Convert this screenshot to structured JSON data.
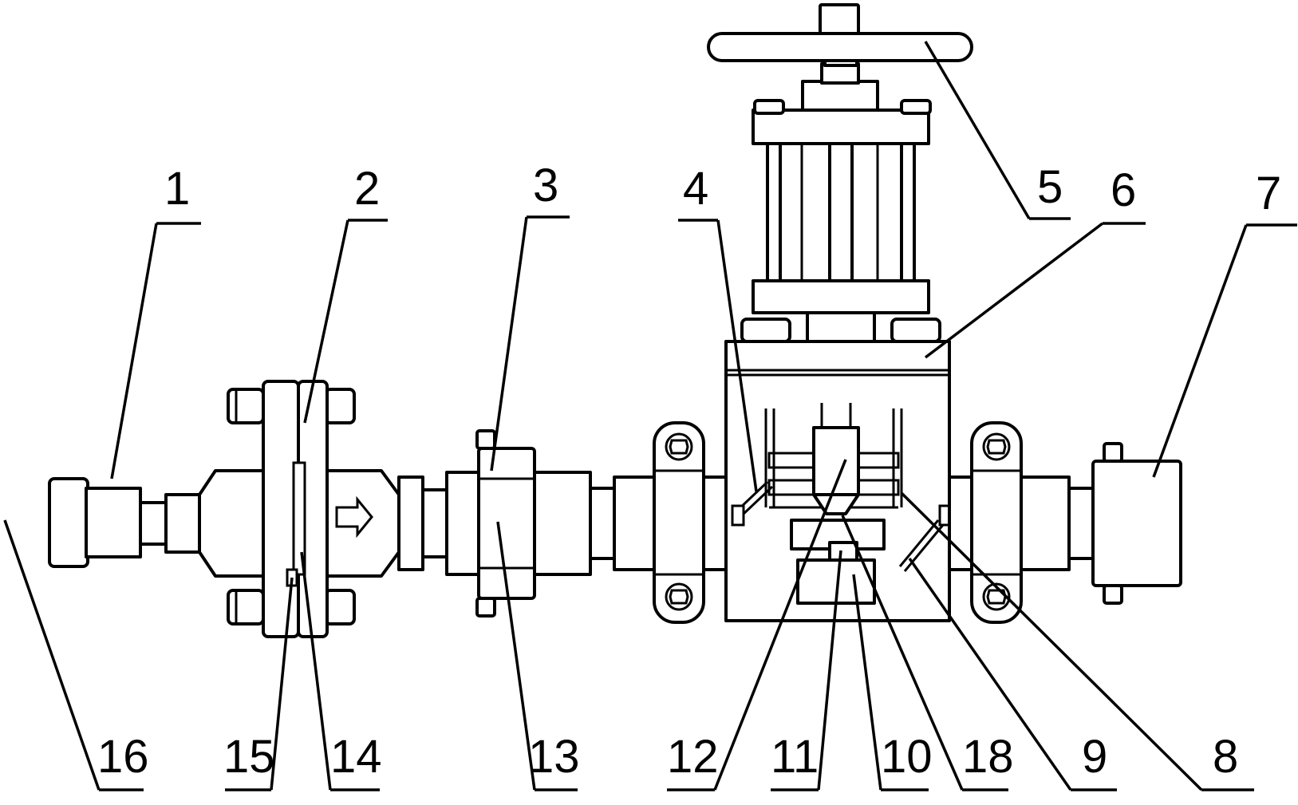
{
  "diagram": {
    "labels": [
      {
        "id": "1",
        "text": "1"
      },
      {
        "id": "2",
        "text": "2"
      },
      {
        "id": "3",
        "text": "3"
      },
      {
        "id": "4",
        "text": "4"
      },
      {
        "id": "5",
        "text": "5"
      },
      {
        "id": "6",
        "text": "6"
      },
      {
        "id": "7",
        "text": "7"
      },
      {
        "id": "8",
        "text": "8"
      },
      {
        "id": "9",
        "text": "9"
      },
      {
        "id": "10",
        "text": "10"
      },
      {
        "id": "11",
        "text": "11"
      },
      {
        "id": "12",
        "text": "12"
      },
      {
        "id": "13",
        "text": "13"
      },
      {
        "id": "14",
        "text": "14"
      },
      {
        "id": "15",
        "text": "15"
      },
      {
        "id": "16",
        "text": "16"
      },
      {
        "id": "18",
        "text": "18"
      }
    ]
  }
}
